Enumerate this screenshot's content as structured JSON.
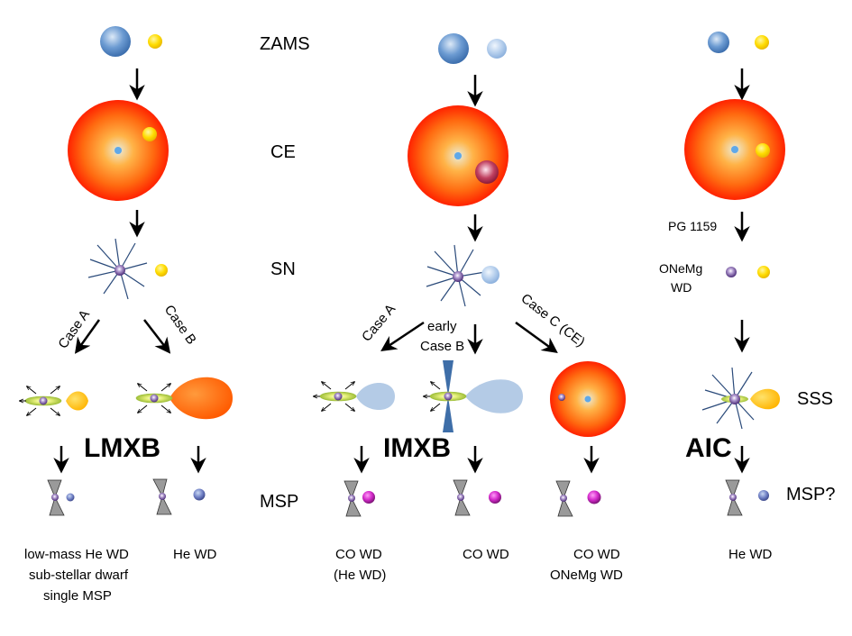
{
  "stages": {
    "zams": "ZAMS",
    "ce": "CE",
    "sn": "SN",
    "msp": "MSP"
  },
  "channels": {
    "lmxb": "LMXB",
    "imxb": "IMXB",
    "aic": "AIC"
  },
  "cases": {
    "lmxb_a": "Case A",
    "lmxb_b": "Case B",
    "imxb_a": "Case A",
    "imxb_early_1": "early",
    "imxb_early_2": "Case B",
    "imxb_c": "Case C (CE)"
  },
  "aic_labels": {
    "pg1159": "PG 1159",
    "onemg_1": "ONeMg",
    "onemg_2": "WD",
    "sss": "SSS",
    "msp_q": "MSP?"
  },
  "outcomes": {
    "c1_line1": "low-mass He WD",
    "c1_line2": "sub-stellar dwarf",
    "c1_line3": "single MSP",
    "c2_line1": "He WD",
    "c3_line1": "CO WD",
    "c3_line2": "(He WD)",
    "c4_line1": "CO WD",
    "c5_line1": "CO WD",
    "c5_line2": "ONeMg WD",
    "c6_line1": "He WD"
  },
  "colors": {
    "blue_star": "#4f86c6",
    "light_blue_star": "#a9c8ea",
    "yellow_star": "#ffd700",
    "envelope_outer": "#ff2a00",
    "envelope_mid": "#ff8c1a",
    "lobe_orange": "#ff6a00",
    "lobe_yellow": "#ffc400",
    "lobe_light_blue": "#b4cbe6",
    "wd_magenta": "#d020c8",
    "pulsar": "#5a2d82",
    "ray": "#2a4a7a"
  }
}
